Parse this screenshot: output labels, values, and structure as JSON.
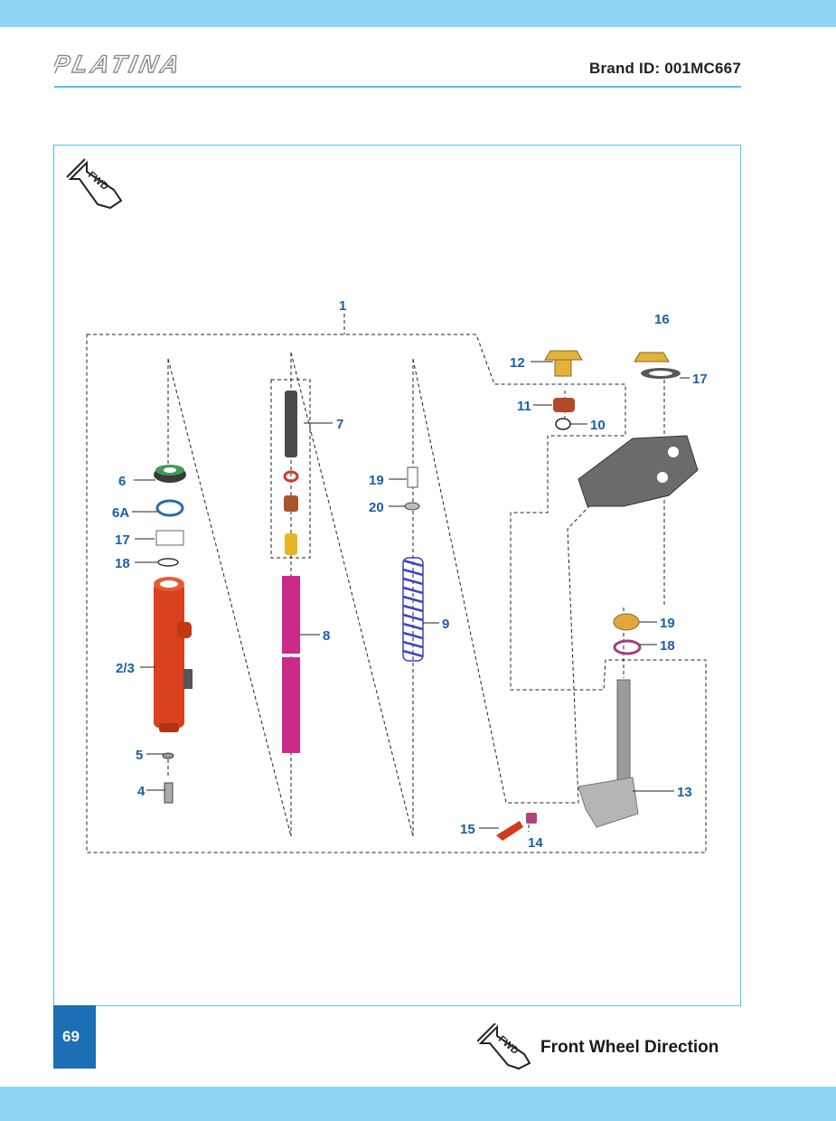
{
  "header": {
    "logo_text": "PLATINA",
    "brand_id": "Brand ID: 001MC667"
  },
  "diagram": {
    "fwd_icon_label": "FWD",
    "callouts": {
      "c1": "1",
      "c2_3": "2/3",
      "c4": "4",
      "c5": "5",
      "c6": "6",
      "c6a": "6A",
      "c7": "7",
      "c8": "8",
      "c9": "9",
      "c10": "10",
      "c11": "11",
      "c12": "12",
      "c13": "13",
      "c14": "14",
      "c15": "15",
      "c16": "16",
      "c17_left": "17",
      "c17_right": "17",
      "c18_left": "18",
      "c18_right": "18",
      "c19_left": "19",
      "c19_right": "19",
      "c20": "20"
    }
  },
  "footer": {
    "page_number": "69",
    "fwd_icon_label": "FWD",
    "legend_text": "Front Wheel Direction"
  },
  "colors": {
    "accent_band": "#8fd6f4",
    "frame_border": "#4cc3ee",
    "callout_text": "#1b5ea6",
    "page_tab": "#1c6fb4"
  }
}
